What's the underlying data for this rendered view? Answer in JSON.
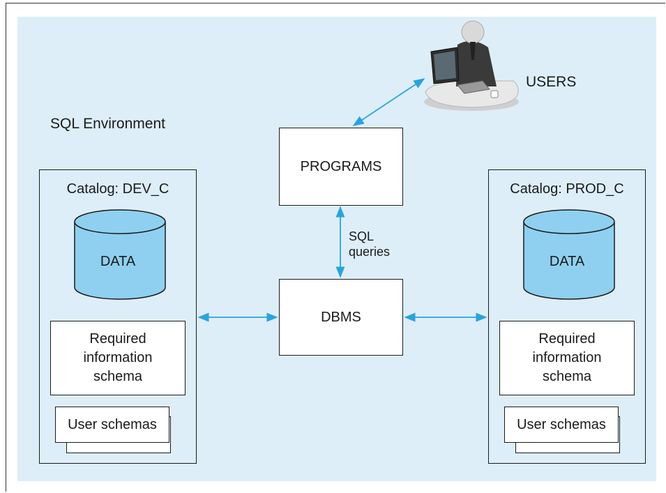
{
  "environment_label": "SQL Environment",
  "users_label": "USERS",
  "programs_label": "PROGRAMS",
  "dbms_label": "DBMS",
  "sql_queries_label": [
    "SQL",
    "queries"
  ],
  "catalogs": [
    {
      "title": "Catalog: DEV_C",
      "data_label": "DATA",
      "schema_lines": [
        "Required",
        "information",
        "schema"
      ],
      "user_schemas_label": "User schemas"
    },
    {
      "title": "Catalog: PROD_C",
      "data_label": "DATA",
      "schema_lines": [
        "Required",
        "information",
        "schema"
      ],
      "user_schemas_label": "User schemas"
    }
  ],
  "colors": {
    "panel_bg": "#ddeef8",
    "cylinder_fill": "#8fd0f0",
    "arrow": "#29a3dc"
  }
}
